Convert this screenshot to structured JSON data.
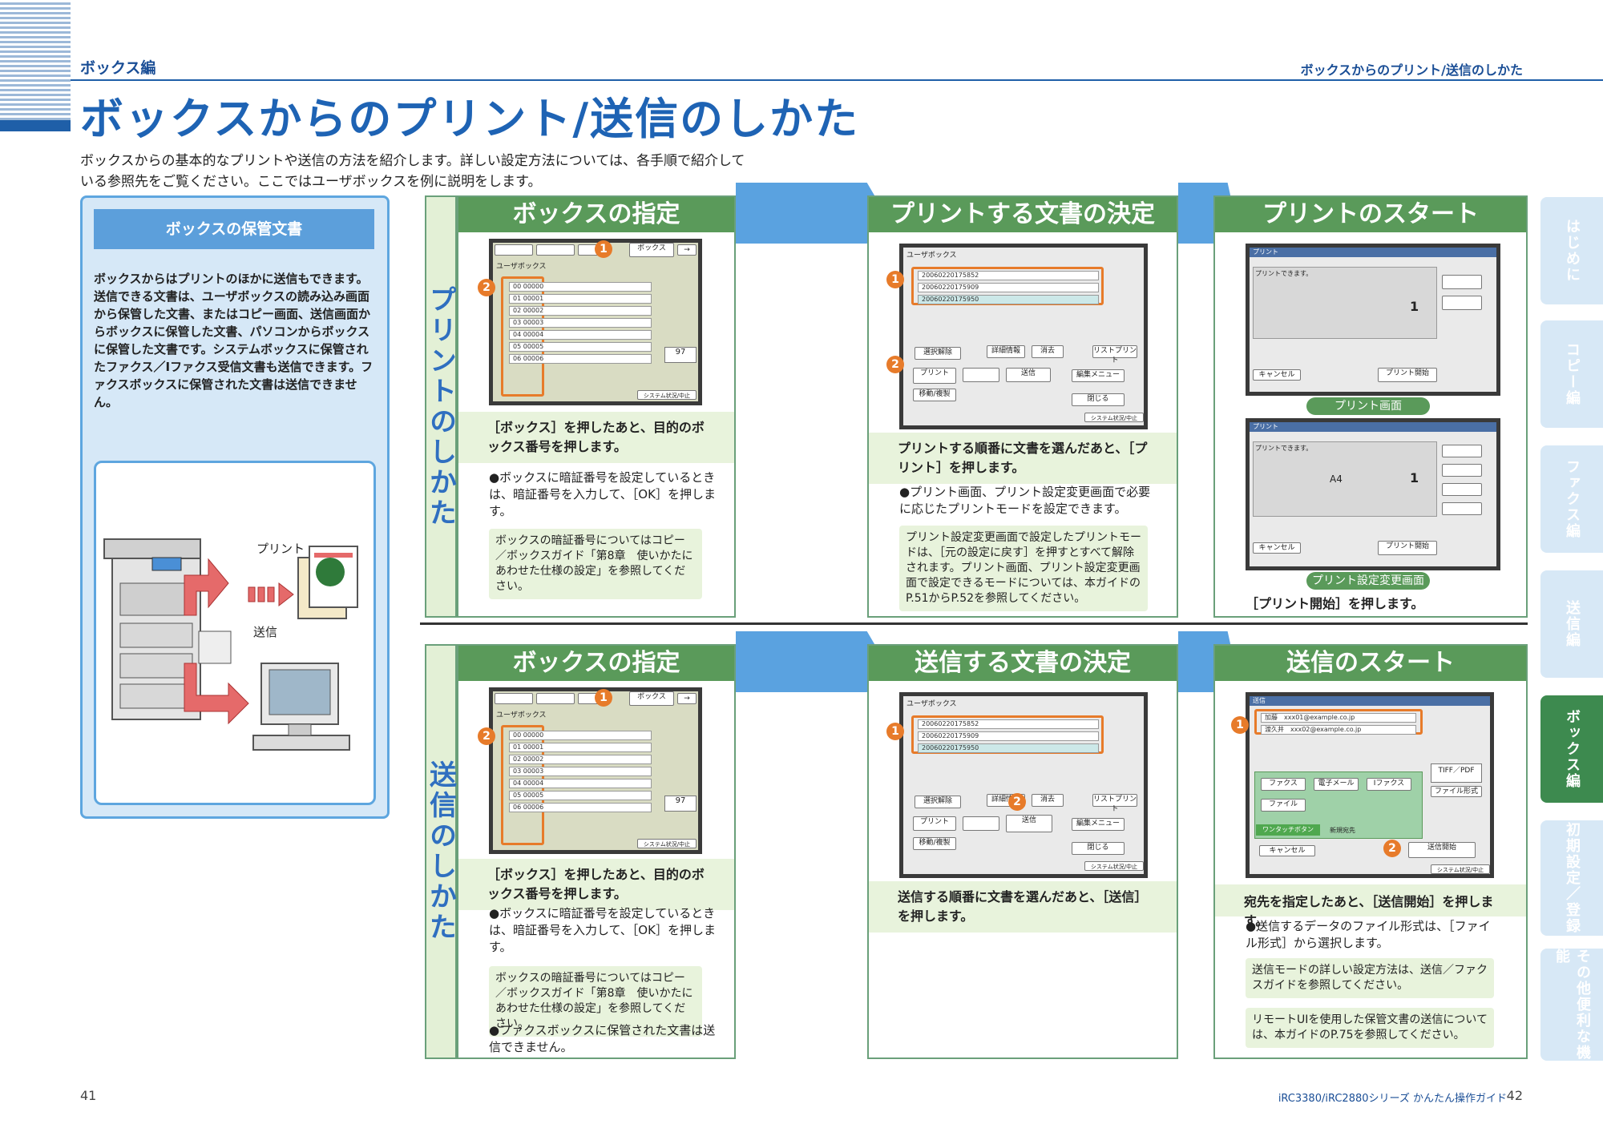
{
  "header": {
    "section": "ボックス編",
    "right_title": "ボックスからのプリント/送信のしかた",
    "title": "ボックスからのプリント/送信のしかた",
    "intro": "ボックスからの基本的なプリントや送信の方法を紹介します。詳しい設定方法については、各手順で紹介している参照先をご覧ください。ここではユーザボックスを例に説明をします。"
  },
  "left_box": {
    "heading": "ボックスの保管文書",
    "text": "ボックスからはプリントのほかに送信もできます。送信できる文書は、ユーザボックスの読み込み画面から保管した文書、またはコピー画面、送信画面からボックスに保管した文書、パソコンからボックスに保管した文書です。システムボックスに保管されたファクス／Iファクス受信文書も送信できます。ファクスボックスに保管された文書は送信できません。",
    "label_print": "プリント",
    "label_send": "送信"
  },
  "print_flow": {
    "band": "プリントのしかた",
    "step1": {
      "heading": "ボックスの指定",
      "caption": "［ボックス］を押したあと、目的のボックス番号を押します。",
      "body": "●ボックスに暗証番号を設定しているときは、暗証番号を入力して、［OK］を押します。",
      "note": "ボックスの暗証番号についてはコピー／ボックスガイド「第8章　使いかたにあわせた仕様の設定」を参照してください。"
    },
    "step2": {
      "heading": "プリントする文書の決定",
      "caption": "プリントする順番に文書を選んだあと、［プリント］を押します。",
      "body": "●プリント画面、プリント設定変更画面で必要に応じたプリントモードを設定できます。",
      "note": "プリント設定変更画面で設定したプリントモードは、［元の設定に戻す］を押すとすべて解除されます。プリント画面、プリント設定変更画面で設定できるモードについては、本ガイドのP.51からP.52を参照してください。"
    },
    "step3": {
      "heading": "プリントのスタート",
      "label1": "プリント画面",
      "label2": "プリント設定変更画面",
      "caption": "［プリント開始］を押します。"
    }
  },
  "send_flow": {
    "band": "送信のしかた",
    "step1": {
      "heading": "ボックスの指定",
      "caption": "［ボックス］を押したあと、目的のボックス番号を押します。",
      "body": "●ボックスに暗証番号を設定しているときは、暗証番号を入力して、［OK］を押します。",
      "note": "ボックスの暗証番号についてはコピー／ボックスガイド「第8章　使いかたにあわせた仕様の設定」を参照してください。",
      "body2": "●ファクスボックスに保管された文書は送信できません。"
    },
    "step2": {
      "heading": "送信する文書の決定",
      "caption": "送信する順番に文書を選んだあと、［送信］を押します。"
    },
    "step3": {
      "heading": "送信のスタート",
      "caption": "宛先を指定したあと、［送信開始］を押します。",
      "body": "●送信するデータのファイル形式は、［ファイル形式］から選択します。",
      "note1": "送信モードの詳しい設定方法は、送信／ファクスガイドを参照してください。",
      "note2": "リモートUIを使用した保管文書の送信については、本ガイドのP.75を参照してください。"
    }
  },
  "screen": {
    "box_btn": "ボックス",
    "user_box": "ユーザボックス",
    "box_nums": [
      "00",
      "01",
      "02",
      "03",
      "04",
      "05",
      "06"
    ],
    "box_names": [
      "00000",
      "00001",
      "00002",
      "00003",
      "00004",
      "00005",
      "00006"
    ],
    "percent": "97",
    "doc_rows": [
      "20060220175852",
      "20060220175909",
      "20060220175950"
    ],
    "btn_print": "プリント",
    "btn_send": "送信",
    "btn_select_cancel": "選択解除",
    "btn_detail": "詳細情報",
    "btn_delete": "消去",
    "btn_edit": "編集メニュー",
    "btn_move": "移動/複製",
    "btn_close": "閉じる",
    "btn_list_print": "リストプリント",
    "btn_start_print": "プリント開始",
    "btn_cancel": "キャンセル",
    "btn_start_send": "送信開始",
    "sys_status": "システム状況/中止",
    "print_title": "プリント",
    "print_ready": "プリントできます。",
    "copies": "1",
    "paper": "A4",
    "send_title": "送信",
    "dest1": "加藤",
    "dest2": "渡久井",
    "mail1": "xxx01@example.co.jp",
    "mail2": "xxx02@example.co.jp",
    "file_format_value": "TIFF／PDF",
    "file_format_btn": "ファイル形式",
    "btn_fax": "ファクス",
    "btn_email": "電子メール",
    "btn_ifax": "Iファクス",
    "btn_file": "ファイル",
    "onetouch": "ワンタッチボタン",
    "new_dest": "新規宛先"
  },
  "tabs": [
    "はじめに",
    "コピー編",
    "ファクス編",
    "送信編",
    "ボックス編",
    "初期設定／登録",
    "その他便利な機能"
  ],
  "footer": {
    "page_left": "41",
    "page_right": "42",
    "guide": "iRC3380/iRC2880シリーズ かんたん操作ガイド"
  }
}
